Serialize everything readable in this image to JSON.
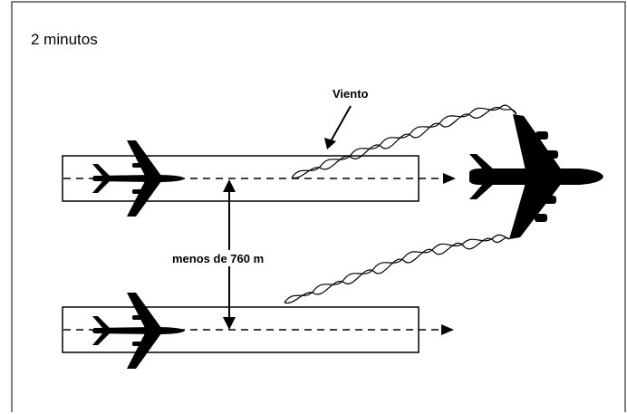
{
  "figure": {
    "title": "2 minutos",
    "wind_label": "Viento",
    "separation_label": "menos de 760 m"
  },
  "icons": {
    "aircraft_top_runway": "airplane-icon",
    "aircraft_bottom_runway": "airplane-icon",
    "large_aircraft": "heavy-airplane-icon",
    "wake_vortex": "wake-turbulence-icon"
  },
  "colors": {
    "ink": "#000000",
    "background": "#ffffff"
  }
}
